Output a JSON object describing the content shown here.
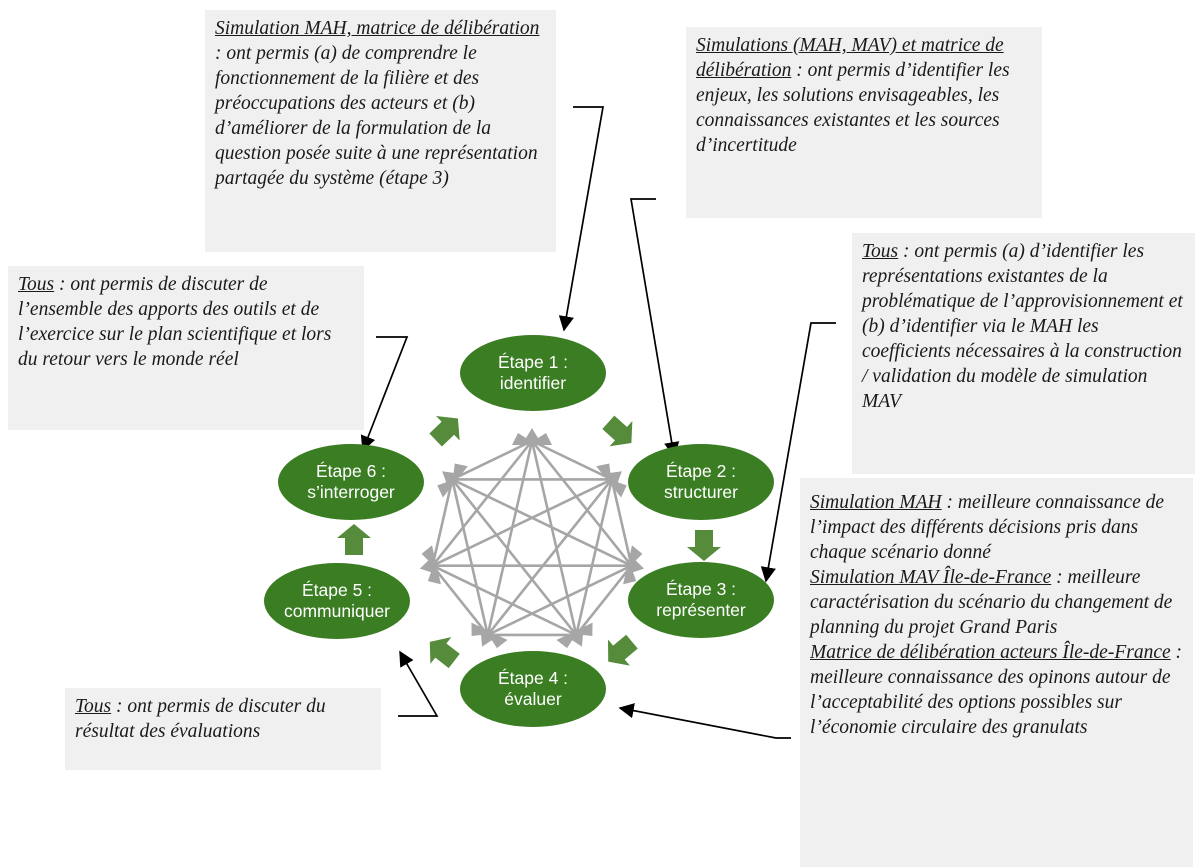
{
  "colors": {
    "step_fill": "#3a7d22",
    "step_text": "#ffffff",
    "cycle_arrow": "#558b3a",
    "center_network": "#a6a6a6",
    "note_bg": "#f0f0f0",
    "connector": "#000000"
  },
  "steps": [
    {
      "title": "Étape 1 :",
      "label": "identifier"
    },
    {
      "title": "Étape 2 :",
      "label": "structurer"
    },
    {
      "title": "Étape 3 :",
      "label": "représenter"
    },
    {
      "title": "Étape 4 :",
      "label": "évaluer"
    },
    {
      "title": "Étape 5 :",
      "label": "communiquer"
    },
    {
      "title": "Étape 6 :",
      "label": "s’interroger"
    }
  ],
  "notes": {
    "top_center": {
      "head": "Simulation MAH, matrice de délibération",
      "body": " : ont permis (a) de comprendre le fonctionnement de la filière et des préoccupations des acteurs et (b) d’améliorer de la formulation de la question posée suite à une représentation partagée du système (étape 3)"
    },
    "top_right": {
      "head": "Simulations (MAH, MAV) et matrice de délibération",
      "body": " : ont permis d’identifier les enjeux, les solutions envisageables, les connaissances existantes et les sources d’incertitude"
    },
    "middle_right": {
      "head": "Tous",
      "body": " : ont permis (a) d’identifier les représentations existantes de la problématique de l’approvisionnement et (b) d’identifier via le MAH les coefficients nécessaires à la construction / validation du modèle de simulation MAV"
    },
    "left_top": {
      "head": "Tous",
      "body": " : ont permis de discuter de l’ensemble des apports des outils et de l’exercice sur le plan scientifique et lors du retour vers le monde réel"
    },
    "left_bottom": {
      "head": "Tous",
      "body": " : ont permis de discuter du résultat des évaluations"
    },
    "bottom_right": {
      "p1_head": "Simulation MAH",
      "p1_body": " : meilleure connaissance de l’impact des différents décisions pris dans chaque scénario donné",
      "p2_head": "Simulation MAV Île-de-France",
      "p2_body": " : meilleure caractérisation du scénario du changement de planning du projet Grand Paris",
      "p3_head": "Matrice de délibération acteurs Île-de-France",
      "p3_body": " : meilleure connaissance des opinons autour de l’acceptabilité des options possibles sur l’économie circulaire des granulats"
    }
  }
}
